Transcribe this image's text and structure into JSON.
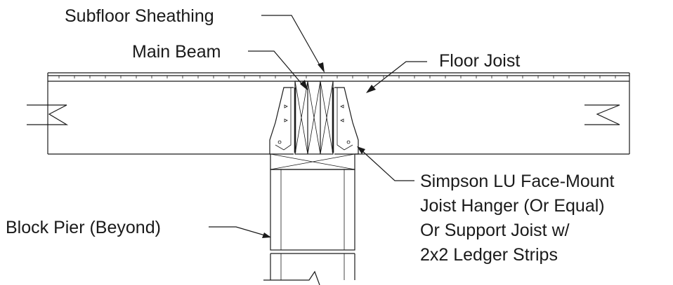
{
  "labels": {
    "subfloor": "Subfloor Sheathing",
    "main_beam": "Main Beam",
    "floor_joist": "Floor Joist",
    "hanger_1": "Simpson LU Face-Mount",
    "hanger_2": "Joist Hanger (Or Equal)",
    "hanger_3": "Or Support Joist w/",
    "hanger_4": "2x2 Ledger Strips",
    "pier": "Block Pier (Beyond)"
  }
}
